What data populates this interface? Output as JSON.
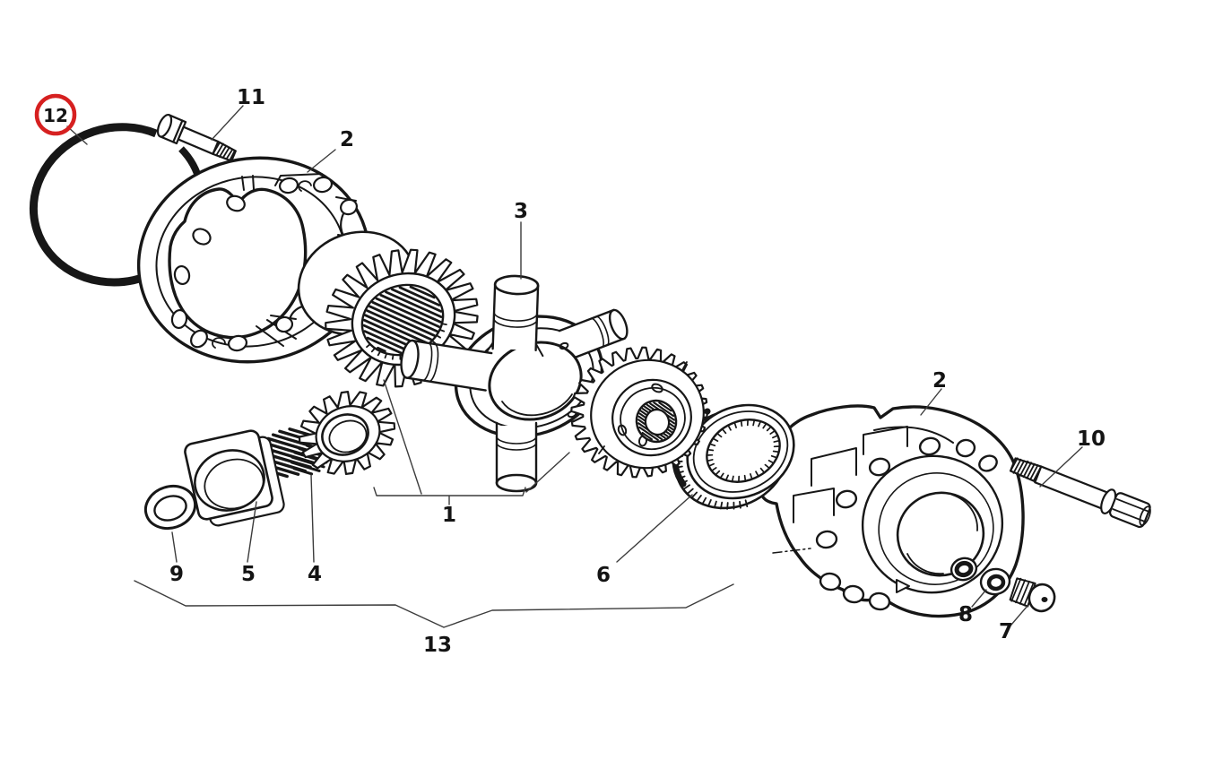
{
  "figure": {
    "type": "exploded-parts-diagram",
    "background": "#ffffff"
  },
  "colors": {
    "ink": "#171717",
    "leader": "#3c3c3c",
    "highlight_red": "#d62020"
  },
  "callouts": {
    "n1": "1",
    "n2_left": "2",
    "n2_right": "2",
    "n3": "3",
    "n4": "4",
    "n5": "5",
    "n6": "6",
    "n7": "7",
    "n8": "8",
    "n9": "9",
    "n10": "10",
    "n11": "11",
    "n12": "12",
    "n13": "13"
  },
  "highlighted_callout": "12"
}
